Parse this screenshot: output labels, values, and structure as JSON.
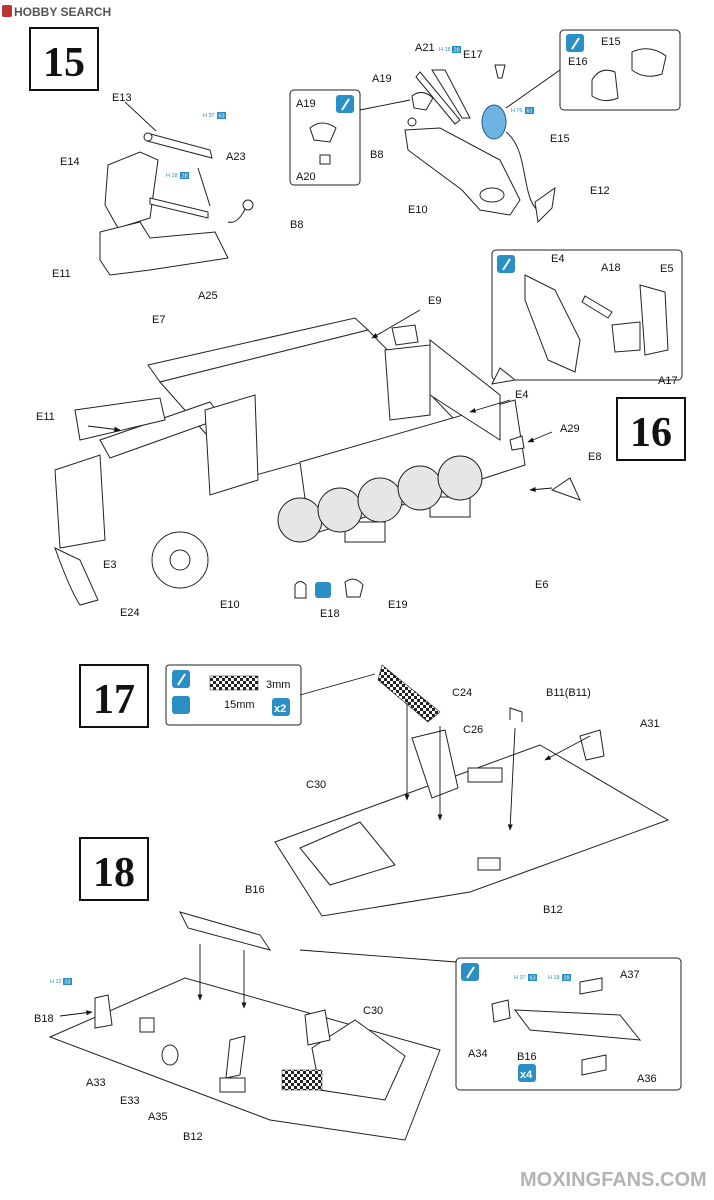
{
  "watermark_top": {
    "text": "HOBBY SEARCH"
  },
  "watermark_bottom": {
    "text": "MOXINGFANS.COM"
  },
  "steps": {
    "s15": "15",
    "s16": "16",
    "s17": "17",
    "s18": "18"
  },
  "labels": {
    "E13": "E13",
    "E14": "E14",
    "E11": "E11",
    "A23": "A23",
    "A25": "A25",
    "B8": "B8",
    "A21": "A21",
    "E17": "E17",
    "A19": "A19",
    "A20": "A20",
    "E15": "E15",
    "E16": "E16",
    "E10": "E10",
    "E12": "E12",
    "E9": "E9",
    "E7": "E7",
    "E4": "E4",
    "A18": "A18",
    "E5": "E5",
    "A17": "A17",
    "A29": "A29",
    "E8": "E8",
    "E3": "E3",
    "E24": "E24",
    "E6": "E6",
    "E18": "E18",
    "E19": "E19",
    "C24": "C24",
    "B11": "B11(B11)",
    "C26": "C26",
    "A31": "A31",
    "C30": "C30",
    "B12": "B12",
    "B16": "B16",
    "B18": "B18",
    "A33": "A33",
    "E33": "E33",
    "A35": "A35",
    "A34": "A34",
    "A37": "A37",
    "A36": "A36",
    "dim_3mm": "3mm",
    "dim_15mm": "15mm",
    "x2": "x2",
    "x4": "x4"
  },
  "paint_refs": {
    "h37": "H 37",
    "h18": "H 18",
    "h76": "H 76",
    "h12": "H 12",
    "n63": "63",
    "n28": "28",
    "n61": "61",
    "n33": "33"
  },
  "colors": {
    "paint_blue": "#2a8fc4",
    "part_blue": "#6fb3e0",
    "ink": "#222222"
  }
}
